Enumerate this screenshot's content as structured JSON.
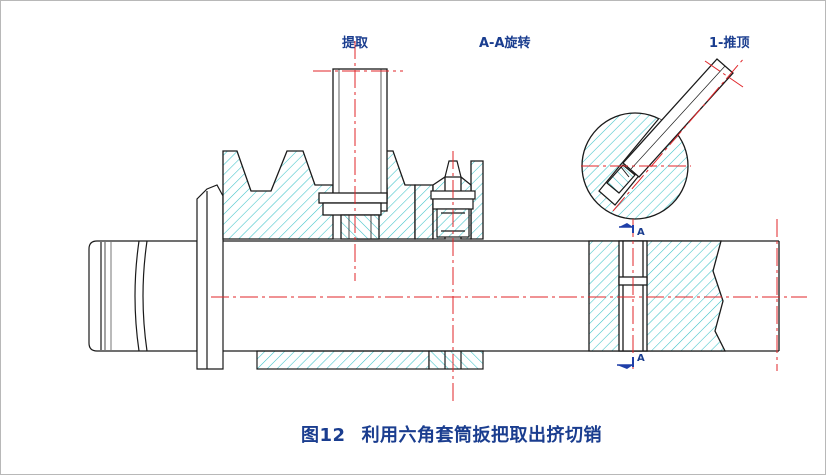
{
  "labels": {
    "extract": "提取",
    "section_rotate": "A-A旋转",
    "ejector": "1-推顶",
    "section_mark_top": "A",
    "section_mark_bottom": "A"
  },
  "caption": {
    "number": "图12",
    "text": "利用六角套筒扳把取出挤切销"
  },
  "colors": {
    "outline": "#1a1a1a",
    "hatch": "#3cc2c8",
    "centerline": "#e0262a",
    "label": "#1a3d8f",
    "section_arrow": "#1f3fa8"
  }
}
